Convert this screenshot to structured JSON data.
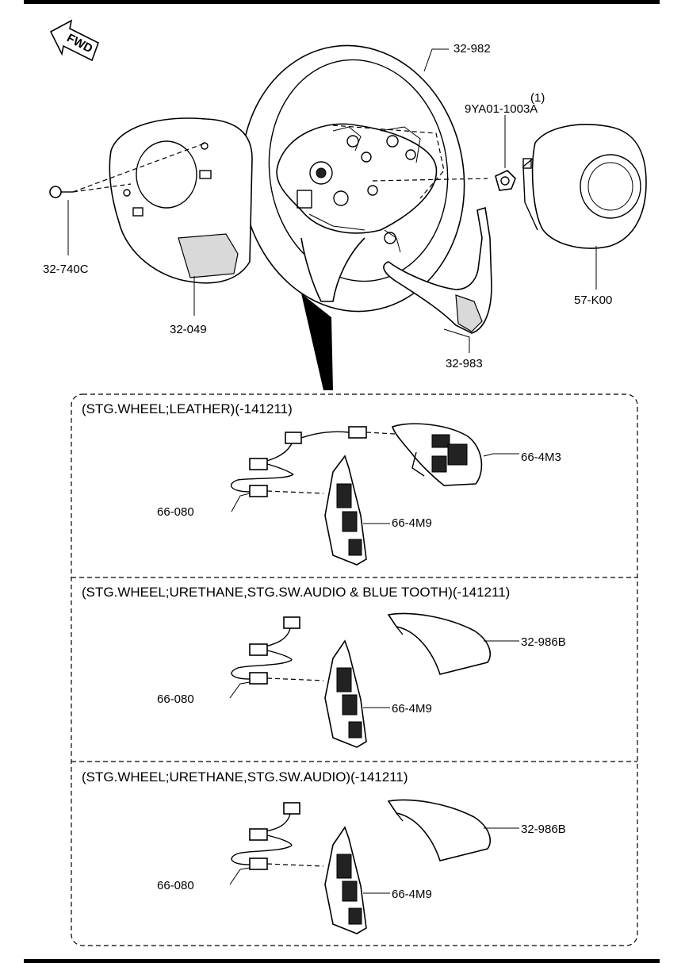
{
  "fwd_label": "FWD",
  "main_parts": [
    {
      "id": "steering_wheel",
      "label": "32-982"
    },
    {
      "id": "inflator_qty",
      "label": "(1)"
    },
    {
      "id": "inflator",
      "label": "9YA01-1003A"
    },
    {
      "id": "bolt",
      "label": "32-740C"
    },
    {
      "id": "rear_cover",
      "label": "32-049"
    },
    {
      "id": "airbag",
      "label": "57-K00"
    },
    {
      "id": "lower_cover",
      "label": "32-983"
    }
  ],
  "sections": [
    {
      "header": "(STG.WHEEL;LEATHER)(-141211)",
      "parts": {
        "harness": "66-080",
        "switch_right": "66-4M3",
        "switch_left": "66-4M9"
      }
    },
    {
      "header": "(STG.WHEEL;URETHANE,STG.SW.AUDIO & BLUE TOOTH)(-141211)",
      "parts": {
        "harness": "66-080",
        "switch_right": "32-986B",
        "switch_left": "66-4M9"
      }
    },
    {
      "header": "(STG.WHEEL;URETHANE,STG.SW.AUDIO)(-141211)",
      "parts": {
        "harness": "66-080",
        "switch_right": "32-986B",
        "switch_left": "66-4M9"
      }
    }
  ]
}
